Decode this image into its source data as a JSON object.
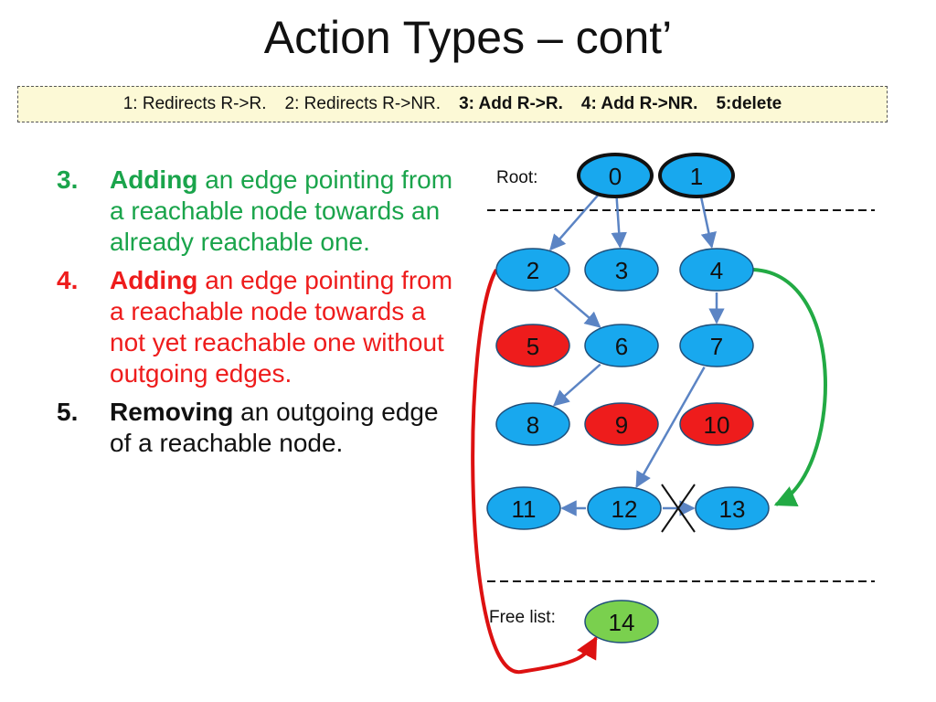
{
  "title": "Action Types – cont’",
  "legend": {
    "items": [
      {
        "text": "1: Redirects R->R.",
        "bold": false
      },
      {
        "text": "2: Redirects R->NR.",
        "bold": false
      },
      {
        "text": "3: Add R->R.",
        "bold": true
      },
      {
        "text": "4: Add R->NR.",
        "bold": true
      },
      {
        "text": "5:delete",
        "bold": true
      }
    ]
  },
  "list": [
    {
      "num": "3.",
      "keyword": "Adding",
      "rest": " an edge pointing from a reachable node towards an already reachable one.",
      "color": "#1aa44b"
    },
    {
      "num": "4.",
      "keyword": "Adding",
      "rest": " an edge pointing from a reachable node towards a not yet reachable one without outgoing edges.",
      "color": "#ee1c1c"
    },
    {
      "num": "5.",
      "keyword": "Removing",
      "rest": " an outgoing edge of a reachable node.",
      "color": "#111111"
    }
  ],
  "diagram": {
    "root_label": "Root:",
    "free_list_label": "Free list:",
    "colors": {
      "blue": "#18a8ee",
      "red": "#ee1c1c",
      "green": "#7ad04e",
      "edge": "#5b84c4",
      "green_edge": "#22aa44",
      "red_edge": "#dd1111"
    },
    "nodes": [
      {
        "id": "0",
        "color": "blue",
        "root": true
      },
      {
        "id": "1",
        "color": "blue",
        "root": true
      },
      {
        "id": "2",
        "color": "blue"
      },
      {
        "id": "3",
        "color": "blue"
      },
      {
        "id": "4",
        "color": "blue"
      },
      {
        "id": "5",
        "color": "red"
      },
      {
        "id": "6",
        "color": "blue"
      },
      {
        "id": "7",
        "color": "blue"
      },
      {
        "id": "8",
        "color": "blue"
      },
      {
        "id": "9",
        "color": "red"
      },
      {
        "id": "10",
        "color": "red"
      },
      {
        "id": "11",
        "color": "blue"
      },
      {
        "id": "12",
        "color": "blue"
      },
      {
        "id": "13",
        "color": "blue"
      },
      {
        "id": "14",
        "color": "green"
      }
    ],
    "edges": [
      {
        "from": "0",
        "to": "2"
      },
      {
        "from": "0",
        "to": "3"
      },
      {
        "from": "1",
        "to": "4"
      },
      {
        "from": "2",
        "to": "6"
      },
      {
        "from": "4",
        "to": "7"
      },
      {
        "from": "6",
        "to": "8"
      },
      {
        "from": "7",
        "to": "12"
      },
      {
        "from": "12",
        "to": "11"
      },
      {
        "from": "12",
        "to": "13",
        "removed": true
      },
      {
        "from": "4",
        "to": "13",
        "kind": "green"
      },
      {
        "from": "2",
        "to": "14",
        "kind": "red"
      }
    ]
  }
}
